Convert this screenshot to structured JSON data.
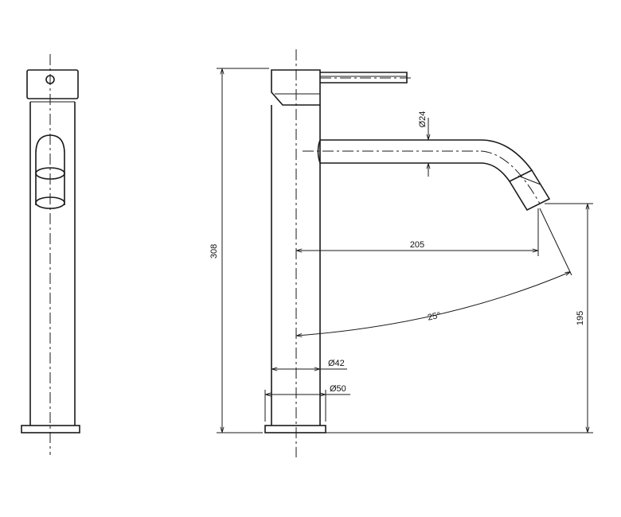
{
  "dimensions": {
    "height_total": "308",
    "spout_diameter": "Ø24",
    "spout_reach": "205",
    "swivel_angle": "25°",
    "outlet_height": "195",
    "body_diameter": "Ø42",
    "base_diameter": "Ø50"
  }
}
